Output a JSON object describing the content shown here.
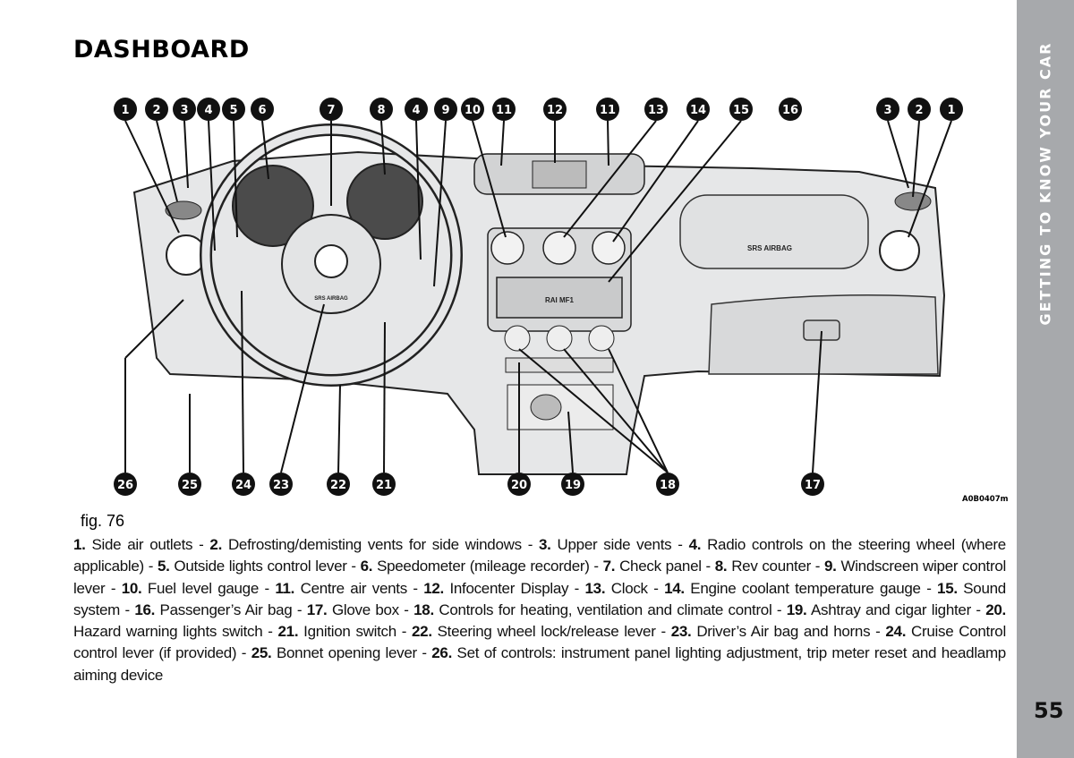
{
  "side_tab": {
    "label": "GETTING TO KNOW YOUR CAR"
  },
  "page": {
    "title": "DASHBOARD",
    "number": "55"
  },
  "figure": {
    "code": "A0B0407m",
    "caption": "fig. 76",
    "airbag_label": "SRS AIRBAG",
    "radio_label": "RAI MF1",
    "wheel_airbag_label": "SRS AIRBAG",
    "top_callouts": [
      "1",
      "2",
      "3",
      "4",
      "5",
      "6",
      "7",
      "8",
      "4",
      "9",
      "10",
      "11",
      "12",
      "11",
      "13",
      "14",
      "15",
      "16",
      "3",
      "2",
      "1"
    ],
    "bottom_callouts": [
      "26",
      "25",
      "24",
      "23",
      "22",
      "21",
      "20",
      "19",
      "18",
      "17"
    ]
  },
  "legend": [
    {
      "num": "1.",
      "text": "Side air outlets"
    },
    {
      "num": "2.",
      "text": "Defrosting/demisting vents for side windows"
    },
    {
      "num": "3.",
      "text": "Upper side vents"
    },
    {
      "num": "4.",
      "text": "Radio controls on the steering wheel (where applicable)"
    },
    {
      "num": "5.",
      "text": "Outside lights control lever"
    },
    {
      "num": "6.",
      "text": "Speedometer (mileage recorder)"
    },
    {
      "num": "7.",
      "text": "Check panel"
    },
    {
      "num": "8.",
      "text": "Rev counter"
    },
    {
      "num": "9.",
      "text": "Windscreen wiper control lever"
    },
    {
      "num": "10.",
      "text": "Fuel level gauge"
    },
    {
      "num": "11.",
      "text": "Centre air vents"
    },
    {
      "num": "12.",
      "text": "Infocenter Display"
    },
    {
      "num": "13.",
      "text": "Clock"
    },
    {
      "num": "14.",
      "text": "Engine coolant temperature gauge"
    },
    {
      "num": "15.",
      "text": "Sound system"
    },
    {
      "num": "16.",
      "text": "Passenger’s Air bag"
    },
    {
      "num": "17.",
      "text": "Glove box"
    },
    {
      "num": "18.",
      "text": "Controls for heating, ventilation and climate control"
    },
    {
      "num": "19.",
      "text": "Ashtray and cigar lighter"
    },
    {
      "num": "20.",
      "text": "Hazard warning lights switch"
    },
    {
      "num": "21.",
      "text": "Ignition switch"
    },
    {
      "num": "22.",
      "text": "Steering wheel lock/release lever"
    },
    {
      "num": "23.",
      "text": "Driver’s Air bag and horns"
    },
    {
      "num": "24.",
      "text": "Cruise Control control lever (if provided)"
    },
    {
      "num": "25.",
      "text": "Bonnet opening lever"
    },
    {
      "num": "26.",
      "text": "Set of controls: instrument panel lighting adjustment, trip meter reset and headlamp aiming device"
    }
  ]
}
